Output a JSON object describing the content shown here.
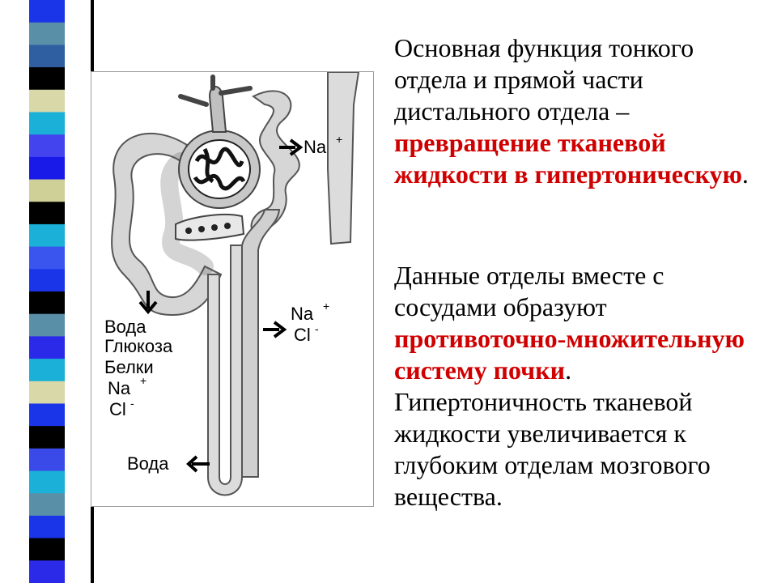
{
  "stripe_colors": [
    "#1a35e8",
    "#5a8fa8",
    "#2f5fa0",
    "#000000",
    "#d8d8a8",
    "#1ab0d8",
    "#4444ee",
    "#1a1ae8",
    "#cfcf98",
    "#000000",
    "#1ab0d8",
    "#3a55ee",
    "#1a35e8",
    "#000000",
    "#5a8fa8",
    "#2a2ae8",
    "#1ab0d8",
    "#d8d8a8",
    "#1a35e8",
    "#000000",
    "#3a4ae8",
    "#1ab0d8",
    "#5a8fa8",
    "#1a35e8",
    "#000000",
    "#2a2ae8"
  ],
  "diagram": {
    "labels": {
      "na_top": "Na",
      "na_top_sup": "+",
      "na_mid": "Na",
      "na_mid_sup": "+",
      "cl_mid": "Cl",
      "cl_mid_sup": "-",
      "voda_1": "Вода",
      "glukoza": "Глюкоза",
      "belki": "Белки",
      "na_left": "Na",
      "na_left_sup": "+",
      "cl_left": "Cl",
      "cl_left_sup": "-",
      "voda_2": "Вода"
    }
  },
  "text": {
    "p1_plain": "Основная функция тонкого отдела и прямой части дистального отдела – ",
    "p1_red": "превращение тканевой жидкости в гипертоническую",
    "p1_end": ".",
    "p2_plain": "Данные отделы вместе с сосудами образуют ",
    "p2_red": "противоточно-множительную систему почки",
    "p2_end": ". Гипертоничность тканевой жидкости увеличивается к глубоким отделам мозгового вещества."
  }
}
